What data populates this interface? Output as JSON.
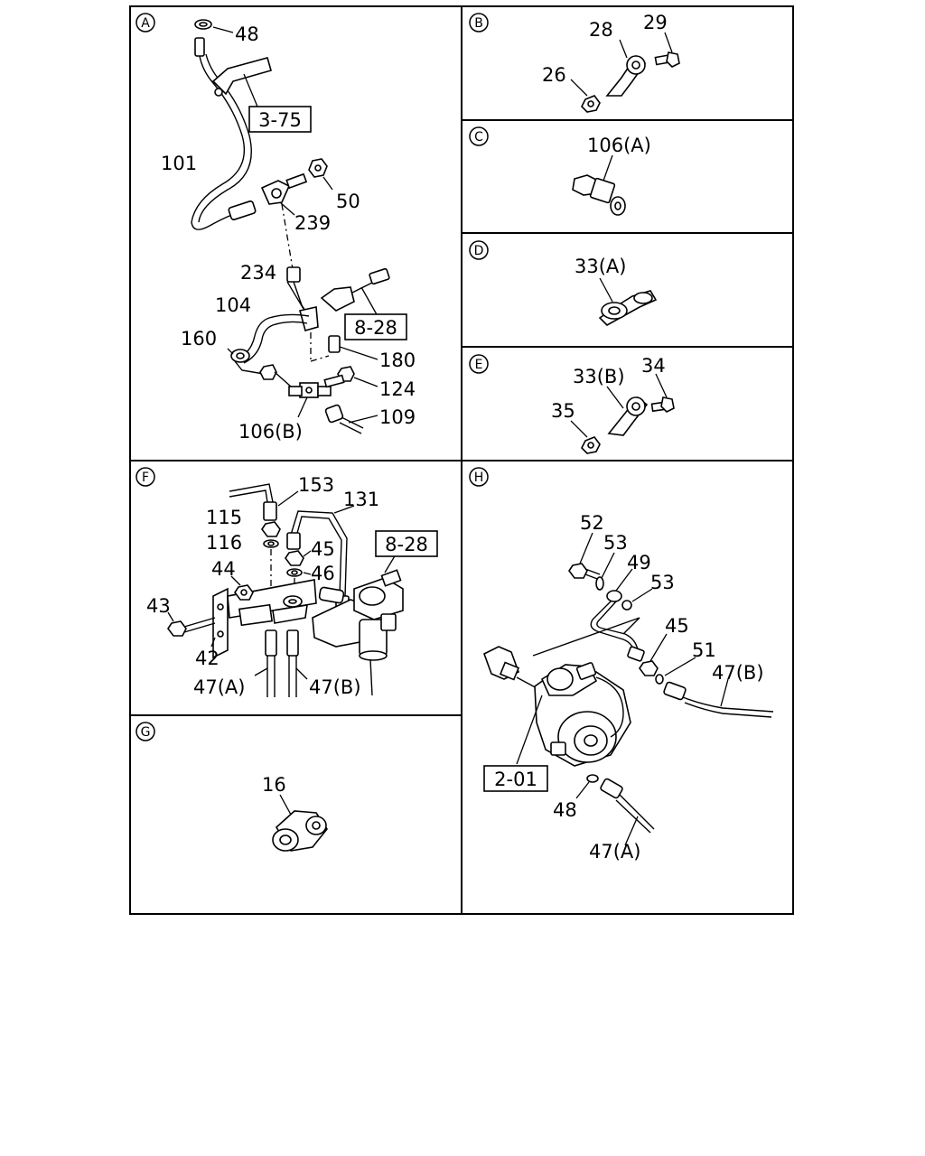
{
  "sections": {
    "A": {
      "badge": "A",
      "labels": {
        "p48": "48",
        "p101": "101",
        "p50": "50",
        "p239": "239",
        "p234": "234",
        "p104": "104",
        "p160": "160",
        "p180": "180",
        "p124": "124",
        "p109": "109",
        "p106b": "106(B)"
      },
      "refs": {
        "r375": "3-75",
        "r828": "8-28"
      }
    },
    "B": {
      "badge": "B",
      "labels": {
        "p28": "28",
        "p29": "29",
        "p26": "26"
      }
    },
    "C": {
      "badge": "C",
      "labels": {
        "p106a": "106(A)"
      }
    },
    "D": {
      "badge": "D",
      "labels": {
        "p33a": "33(A)"
      }
    },
    "E": {
      "badge": "E",
      "labels": {
        "p33b": "33(B)",
        "p34": "34",
        "p35": "35"
      }
    },
    "F": {
      "badge": "F",
      "labels": {
        "p153": "153",
        "p131": "131",
        "p115": "115",
        "p116": "116",
        "p45": "45",
        "p46": "46",
        "p44": "44",
        "p43": "43",
        "p42": "42",
        "p47a": "47(A)",
        "p47b": "47(B)"
      },
      "refs": {
        "r828": "8-28"
      }
    },
    "G": {
      "badge": "G",
      "labels": {
        "p16": "16"
      }
    },
    "H": {
      "badge": "H",
      "labels": {
        "p52": "52",
        "p53a": "53",
        "p49": "49",
        "p53b": "53",
        "p45": "45",
        "p51": "51",
        "p47b": "47(B)",
        "p48": "48",
        "p47a": "47(A)"
      },
      "refs": {
        "r201": "2-01"
      }
    }
  }
}
